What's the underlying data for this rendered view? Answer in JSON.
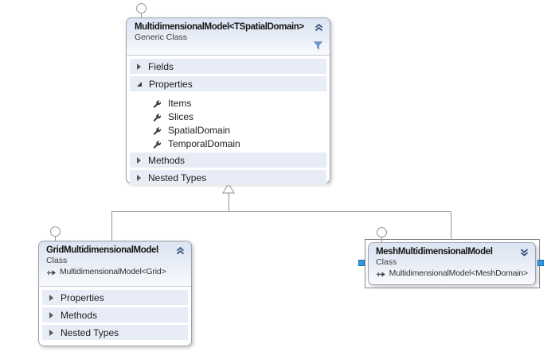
{
  "boxes": {
    "parent": {
      "title": "MultidimensionalModel<TSpatialDomain>",
      "subtitle": "Generic Class",
      "sections": [
        {
          "label": "Fields",
          "expanded": false
        },
        {
          "label": "Properties",
          "expanded": true
        },
        {
          "label": "Methods",
          "expanded": false
        },
        {
          "label": "Nested Types",
          "expanded": false
        }
      ],
      "members": [
        "Items",
        "Slices",
        "SpatialDomain",
        "TemporalDomain"
      ],
      "icons": [
        "chevron-double-up",
        "filter-funnel",
        "wrench"
      ]
    },
    "grid": {
      "title": "GridMultidimensionalModel",
      "subtitle": "Class",
      "base": "MultidimensionalModel<Grid>",
      "sections": [
        "Properties",
        "Methods",
        "Nested Types"
      ],
      "icons": [
        "chevron-double-up",
        "base-type-arrow"
      ]
    },
    "mesh": {
      "title": "MeshMultidimensionalModel",
      "subtitle": "Class",
      "base": "MultidimensionalModel<MeshDomain>",
      "selected": true,
      "icons": [
        "chevron-double-down",
        "base-type-arrow"
      ]
    }
  },
  "relationships": [
    {
      "type": "inheritance",
      "from": "GridMultidimensionalModel",
      "to": "MultidimensionalModel<TSpatialDomain>"
    },
    {
      "type": "inheritance",
      "from": "MeshMultidimensionalModel",
      "to": "MultidimensionalModel<TSpatialDomain>"
    }
  ],
  "colors": {
    "band_background": "#e7ecf6",
    "header_gradient_top": "#dce4f2",
    "box_border": "#9ca1aa",
    "connector": "#909399",
    "chevron": "#2d4d77",
    "filter_icon": "#6f92cf",
    "selection_handle": "#2f9ae3"
  }
}
